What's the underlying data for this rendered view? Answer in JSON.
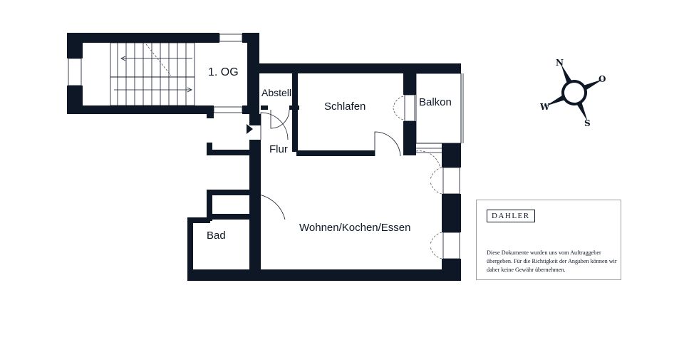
{
  "rooms": {
    "stairwell": "1. OG",
    "storage": "Abstell",
    "bedroom": "Schlafen",
    "balcony": "Balkon",
    "hallway": "Flur",
    "living": "Wohnen/Kochen/Essen",
    "bath": "Bad"
  },
  "compass": {
    "north": "N",
    "east": "O",
    "south": "S",
    "west": "W"
  },
  "note": {
    "logo": "DAHLER",
    "disclaimer": "Diese Dokumente wurden uns vom Auftraggeber übergeben. Für die Richtigkeit der Angaben können wir daher keine Gewähr übernehmen."
  },
  "colors": {
    "wall": "#0d1726",
    "background": "#ffffff",
    "note_border": "#9aa0a6"
  }
}
